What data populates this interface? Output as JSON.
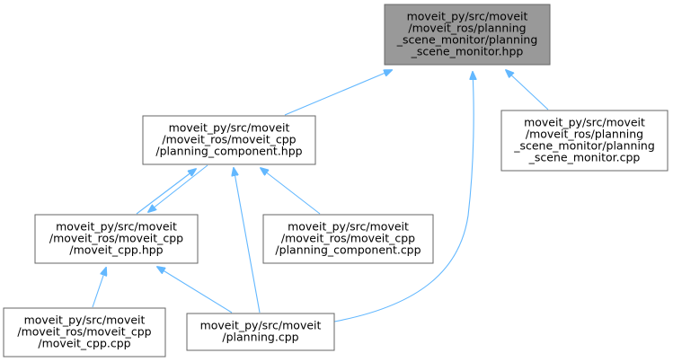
{
  "colors": {
    "edge": "#63b8ff",
    "node_border": "#666666",
    "focus_fill": "#999999",
    "node_fill": "#ffffff",
    "text": "#000000"
  },
  "nodes": [
    {
      "id": "n0",
      "focus": true,
      "lines": [
        "moveit_py/src/moveit",
        "/moveit_ros/planning",
        "_scene_monitor/planning",
        "_scene_monitor.hpp"
      ]
    },
    {
      "id": "n1",
      "lines": [
        "moveit_py/src/moveit",
        "/moveit_ros/moveit_cpp",
        "/planning_component.hpp"
      ]
    },
    {
      "id": "n2",
      "lines": [
        "moveit_py/src/moveit",
        "/moveit_ros/planning",
        "_scene_monitor/planning",
        "_scene_monitor.cpp"
      ]
    },
    {
      "id": "n3",
      "lines": [
        "moveit_py/src/moveit",
        "/moveit_ros/moveit_cpp",
        "/moveit_cpp.hpp"
      ]
    },
    {
      "id": "n4",
      "lines": [
        "moveit_py/src/moveit",
        "/moveit_ros/moveit_cpp",
        "/planning_component.cpp"
      ]
    },
    {
      "id": "n5",
      "lines": [
        "moveit_py/src/moveit",
        "/moveit_ros/moveit_cpp",
        "/moveit_cpp.cpp"
      ]
    },
    {
      "id": "n6",
      "lines": [
        "moveit_py/src/moveit",
        "/planning.cpp"
      ]
    }
  ],
  "edges": [
    {
      "from": "n1",
      "to": "n0"
    },
    {
      "from": "n2",
      "to": "n0"
    },
    {
      "from": "n6",
      "to": "n0"
    },
    {
      "from": "n3",
      "to": "n1"
    },
    {
      "from": "n1",
      "to": "n3"
    },
    {
      "from": "n4",
      "to": "n1"
    },
    {
      "from": "n6",
      "to": "n1"
    },
    {
      "from": "n5",
      "to": "n3"
    },
    {
      "from": "n6",
      "to": "n3"
    }
  ]
}
